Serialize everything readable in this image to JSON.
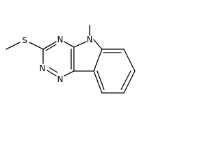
{
  "structure": {
    "atoms": {
      "s": "S",
      "n_top": "N",
      "n_methyl": "N",
      "n_left": "N",
      "n_bottom": "N"
    },
    "colors": {
      "bond": "#000000",
      "label": "#000000"
    }
  }
}
